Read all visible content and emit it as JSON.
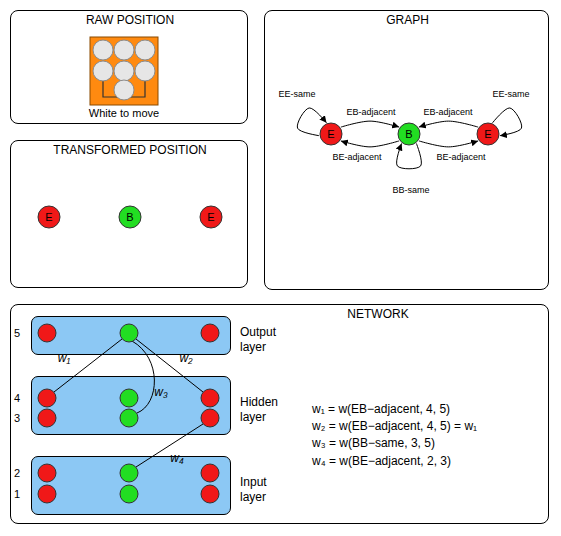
{
  "diagram": {
    "nodes": [
      {
        "text": [
          "RAW POSITION"
        ]
      },
      {
        "text": [
          "GRAPH"
        ]
      },
      {
        "text": [
          "E"
        ],
        "in": 1
      },
      {
        "text": [
          "B"
        ],
        "in": 1
      },
      {
        "text": [
          "E"
        ],
        "in": 1
      },
      {
        "text": [
          "TRANSFORMED POSITION"
        ]
      },
      {
        "text": [
          "E"
        ],
        "in": 5
      },
      {
        "text": [
          "B"
        ],
        "in": 5
      },
      {
        "text": [
          "E"
        ],
        "in": 5
      },
      {
        "text": [
          "NETWORK"
        ]
      },
      {
        "text": [
          "Output layer"
        ],
        "in": 9
      },
      {
        "text": [
          "Hidden layer"
        ],
        "in": 9
      },
      {
        "text": [
          "Input layer"
        ],
        "in": 9
      }
    ],
    "edges": [
      {
        "from": 2,
        "to": 2,
        "label": "EE-same",
        "arrow": "to"
      },
      {
        "from": 2,
        "to": 3,
        "label": "EB-adjacent",
        "arrow": "to"
      },
      {
        "from": 3,
        "to": 2,
        "label": "BE-adjacent",
        "arrow": "to"
      },
      {
        "from": 4,
        "to": 3,
        "label": "EB-adjacent",
        "arrow": "to"
      },
      {
        "from": 3,
        "to": 4,
        "label": "BE-adjacent",
        "arrow": "to"
      },
      {
        "from": 4,
        "to": 4,
        "label": "EE-same",
        "arrow": "to"
      },
      {
        "from": 3,
        "to": 3,
        "label": "BB-same",
        "arrow": "to"
      }
    ],
    "labels": [
      "White to move",
      "5",
      "4",
      "3",
      "2",
      "1",
      "w₁",
      "w₂",
      "w₃",
      "w₄",
      "w₁ = w(EB−adjacent, 4, 5)",
      "w₂ = w(EB−adjacent, 4, 5) = w₁",
      "w₃ = w(BB−same, 3, 5)",
      "w₄ = w(BE−adjacent, 2, 3)"
    ]
  }
}
